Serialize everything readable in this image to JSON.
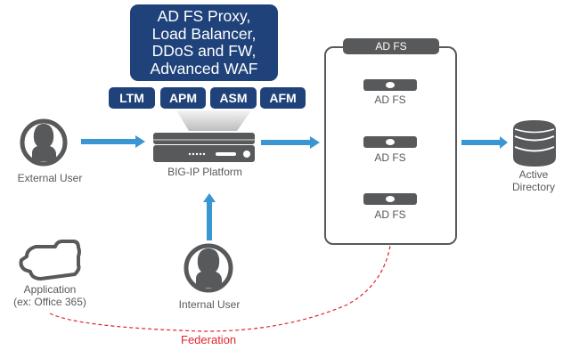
{
  "callout": {
    "lines": [
      "AD FS Proxy,",
      "Load Balancer,",
      "DDoS and FW,",
      "Advanced WAF"
    ]
  },
  "modules": [
    "LTM",
    "APM",
    "ASM",
    "AFM"
  ],
  "nodes": {
    "external_user": "External User",
    "big_ip": "BIG-IP Platform",
    "internal_user": "Internal User",
    "application_line1": "Application",
    "application_line2": "(ex: Office 365)",
    "active_directory_line1": "Active",
    "active_directory_line2": "Directory"
  },
  "adfs": {
    "group_title": "AD FS",
    "servers": [
      "AD FS",
      "AD FS",
      "AD FS"
    ]
  },
  "federation_label": "Federation",
  "colors": {
    "brand_navy": "#1f427a",
    "arrow_blue": "#3a95d3",
    "icon_gray": "#58595b",
    "federation_red": "#e1262d"
  }
}
